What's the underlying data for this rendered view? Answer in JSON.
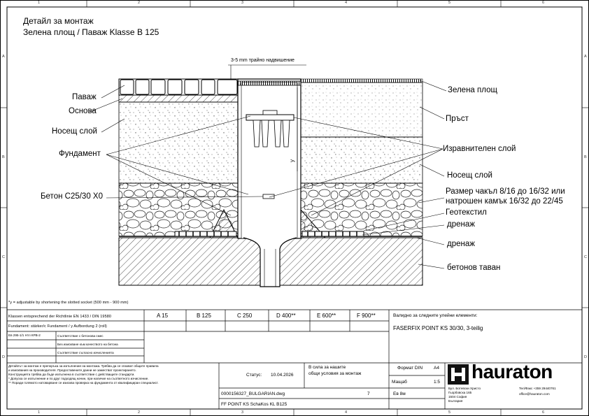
{
  "title": {
    "line1": "Детайл за монтаж",
    "line2": "Зелена площ / Паваж Klasse B 125"
  },
  "border": {
    "columns": [
      "1",
      "2",
      "3",
      "4",
      "5",
      "6"
    ],
    "rows": [
      "A",
      "B",
      "C",
      "D"
    ]
  },
  "top_note": "3-5 mm трайно надвишение",
  "labels_left": {
    "pavage": "Паваж",
    "osnova": "Основа",
    "nosesht": "Носещ слой",
    "fundament": "Фундамент",
    "beton": "Бетон C25/30 X0"
  },
  "labels_right": {
    "zelena": "Зелена площ",
    "prast": "Пръст",
    "izravnitelen": "Изравнителен слой",
    "nosesht": "Носещ слой",
    "razmer_l1": "Размер чакъл 8/16 до 16/32 или",
    "razmer_l2": "натрошен камък 16/32 до 22/45",
    "geotextil": "Геотекстил",
    "drenazh1": "дренаж",
    "drenazh2": "дренаж",
    "tavan": "бетонов таван"
  },
  "footnote": "*y = adjustable by shortening the slotted socket (500 mm - 900 mm)",
  "load_table": {
    "header_left": "Klassen entsprechend der Richtlinie EN 1433 / DIN 19580",
    "row2_left": "Fundament: stärker/c Fundament / y Aufbordung 2 (roll)",
    "classes": [
      "A 15",
      "B 125",
      "C 250",
      "D 400**",
      "E 600**",
      "F 900**"
    ]
  },
  "valid_for": {
    "label": "Валидно за следните улейни елементи:",
    "product": "FASERFIX POINT KS 30/30, 3-teilig"
  },
  "small_rows": [
    "Ев 295-1/1 Нтл КРВ-2",
    "Съответствие с бетонова смес",
    "Без изискване към качеството на бетона",
    "Съответствие съгласно изчисленията"
  ],
  "legal_text": [
    "Детайлът за монтаж е препоръка за изпълнение на монтажа. Трябва да се спазват общите правила",
    "и изисквания на производителя. Предоставените данни не заместват проектирането.",
    "Конструкцията трябва да бъде изпълнена в съответствие с действащите стандарти.",
    "* Допуска се изпълнение и по друг подходящ начин, при наличие на съответното изчисление.",
    "** Поради голямото натоварване се изисква проверка на фундамента от квалифициран специалист."
  ],
  "status": {
    "label": "Статус:",
    "date": "10.04.2026",
    "scope_l1": "В сила за нашите",
    "scope_l2": "общи условия за монтаж"
  },
  "format": {
    "label": "Формат DIN",
    "value": "A4",
    "scale_label": "Мащаб",
    "scale_value": "1:5",
    "unit": "Ев 8м"
  },
  "drawing": {
    "file": "0000156327_BULGARIAN.dwg",
    "sheet": "7",
    "name": "FF POINT KS SchaKos KL B125"
  },
  "company": {
    "logo_text": "hauraton",
    "addr1": "Бул. Ботевски Христо",
    "addr2": "Гьорбовска 165",
    "addr3": "1504 София",
    "addr4": "България",
    "phone": "Тел/Факс +359 29440761",
    "email": "office@hauraton.com"
  }
}
